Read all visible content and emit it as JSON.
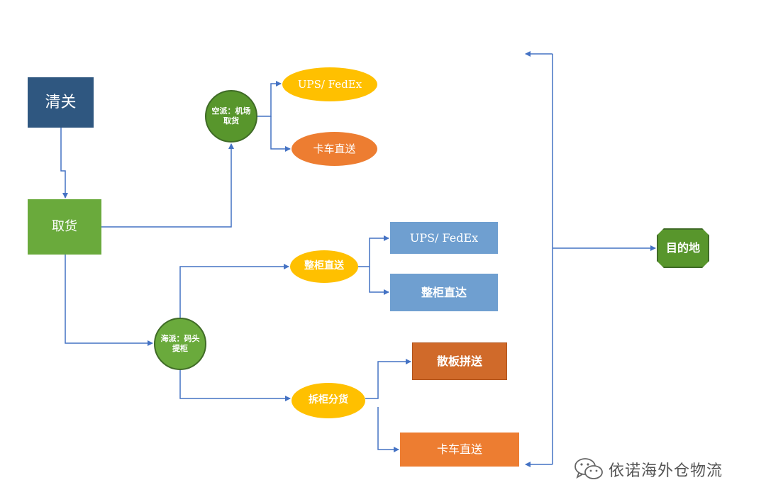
{
  "colors": {
    "navy": "#2f5780",
    "green": "#6aaa3c",
    "dark_green": "#58962c",
    "yellow": "#ffc000",
    "orange": "#ed7d31",
    "dark_orange": "#d06a2a",
    "blue": "#6f9fd0",
    "connector": "#4472c4"
  },
  "nodes": {
    "qingguan": "清关",
    "quhuo": "取货",
    "kongpai": "空派：机场取货",
    "haipai": "海派：码头提柜",
    "ups_fedex_air": "UPS/ FedEx",
    "truck_air": "卡车直送",
    "zhenggui_zhisong": "整柜直送",
    "chaigui_fenhuo": "拆柜分货",
    "ups_fedex_sea": "UPS/ FedEx",
    "zhenggui_zhida": "整柜直达",
    "sanban_pinsong": "散板拼送",
    "truck_sea": "卡车直送",
    "mudidi": "目的地"
  },
  "watermark": {
    "icon": "wechat-icon",
    "text": "依诺海外仓物流"
  }
}
